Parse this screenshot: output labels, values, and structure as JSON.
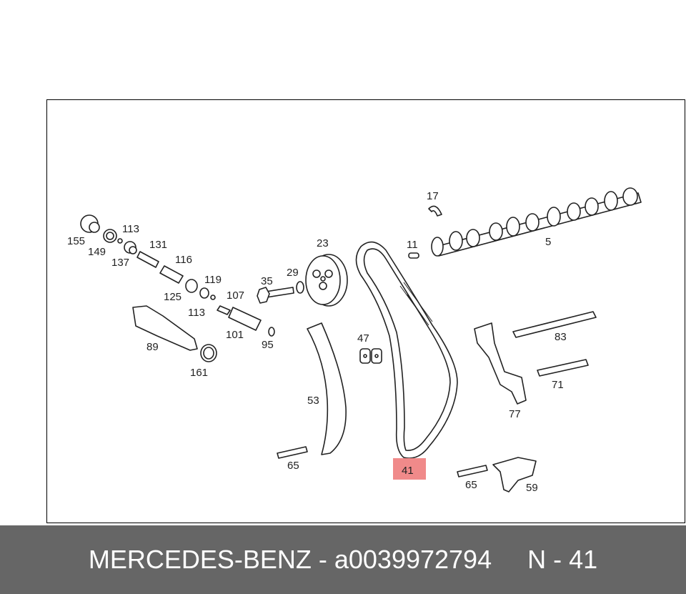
{
  "diagram": {
    "labels": [
      "155",
      "149",
      "113",
      "137",
      "131",
      "116",
      "125",
      "119",
      "113",
      "107",
      "101",
      "95",
      "89",
      "161",
      "35",
      "29",
      "23",
      "11",
      "17",
      "5",
      "47",
      "53",
      "65",
      "41",
      "83",
      "71",
      "77",
      "65",
      "59"
    ],
    "highlighted_label": "41",
    "highlight_color": "#f08a8a"
  },
  "footer": {
    "brand_part": "MERCEDES-BENZ - a0039972794",
    "callout": "N - 41",
    "background": "#666666",
    "text_color": "#ffffff"
  }
}
